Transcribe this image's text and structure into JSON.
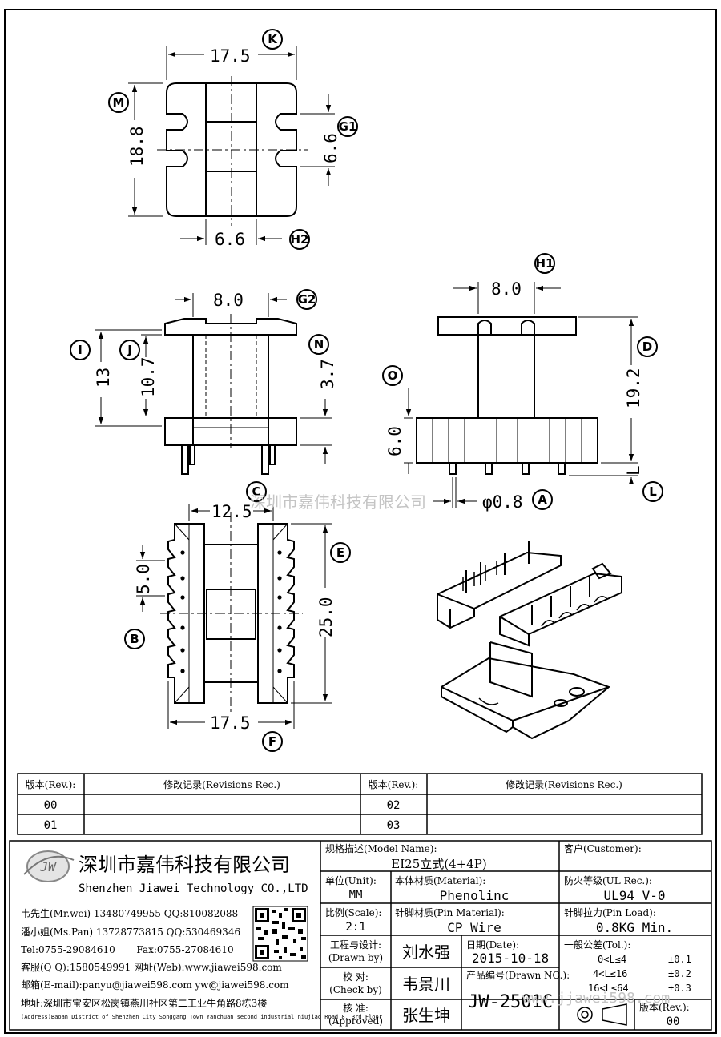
{
  "drawing": {
    "top_view": {
      "width": "17.5",
      "height": "18.8",
      "slot": "6.6",
      "bottom": "6.6"
    },
    "front_view": {
      "top": "8.0",
      "height": "13",
      "inner": "10.7",
      "base": "3.7"
    },
    "side_view": {
      "top": "8.0",
      "height": "19.2",
      "base": "6.0",
      "pin": "φ0.8"
    },
    "bottom_view": {
      "top": "12.5",
      "pitch": "5.0",
      "length": "25.0",
      "width": "17.5"
    },
    "balloons": {
      "K": "K",
      "M": "M",
      "G1": "G1",
      "H2": "H2",
      "G2": "G2",
      "I": "I",
      "J": "J",
      "N": "N",
      "H1": "H1",
      "D": "D",
      "O": "O",
      "L": "L",
      "A": "A",
      "C": "C",
      "E": "E",
      "B": "B",
      "F": "F"
    },
    "letter_L": "L",
    "watermark": "深圳市嘉伟科技有限公司"
  },
  "revisions": {
    "rev_header": "版本(Rev.):",
    "rec_header": "修改记录(Revisions Rec.)",
    "rows": [
      [
        "00",
        "02"
      ],
      [
        "01",
        "03"
      ]
    ]
  },
  "company": {
    "logo": "JW",
    "name_cn": "深圳市嘉伟科技有限公司",
    "name_en": "Shenzhen Jiawei Technology CO.,LTD",
    "contacts": [
      "韦先生(Mr.wei) 13480749955 QQ:810082088",
      "潘小姐(Ms.Pan) 13728773815 QQ:530469346",
      "Tel:0755-29084610       Fax:0755-27084610",
      "客服(Q Q):1580549991   网址(Web):www.jiawei598.com",
      "邮箱(E-mail):panyu@jiawei598.com  yw@jiawei598.com"
    ],
    "address_cn": "地址:深圳市宝安区松岗镇燕川社区第二工业牛角路8栋3楼",
    "address_en": "(Address)Baoan District of Shenzhen City Songgang Town Yanchuan  second industrial niujiao Road 8, 3rd Floor"
  },
  "title_block": {
    "model_label": "规格描述(Model Name):",
    "model_value": "EI25立式(4+4P)",
    "customer_label": "客户(Customer):",
    "unit_label": "单位(Unit):",
    "unit_value": "MM",
    "material_label": "本体材质(Material):",
    "material_value": "Phenolinc",
    "ul_label": "防火等级(UL Rec.):",
    "ul_value": "UL94 V-0",
    "scale_label": "比例(Scale):",
    "scale_value": "2:1",
    "pin_material_label": "针脚材质(Pin Material):",
    "pin_material_value": "CP Wire",
    "pin_load_label": "针脚拉力(Pin Load):",
    "pin_load_value": "0.8KG Min.",
    "drawn_label_cn": "工程与设计:",
    "drawn_label_en": "(Drawn by)",
    "drawn_value": "刘水强",
    "check_label_cn": "校  对:",
    "check_label_en": "(Check by)",
    "check_value": "韦景川",
    "approved_label_cn": "核  准:",
    "approved_label_en": "(Approved)",
    "approved_value": "张生坤",
    "date_label": "日期(Date):",
    "date_value": "2015-10-18",
    "drawn_no_label": "产品编号(Drawn NO.):",
    "drawn_no_value": "JW-2501C",
    "tol_label": "一般公差(Tol.):",
    "tol_rows": [
      [
        "0<L≤4",
        "±0.1"
      ],
      [
        "4<L≤16",
        "±0.2"
      ],
      [
        "16<L≤64",
        "±0.3"
      ]
    ],
    "rev_label": "版本(Rev.):",
    "rev_value": "00",
    "website_watermark": "www.jjawei598.com"
  }
}
